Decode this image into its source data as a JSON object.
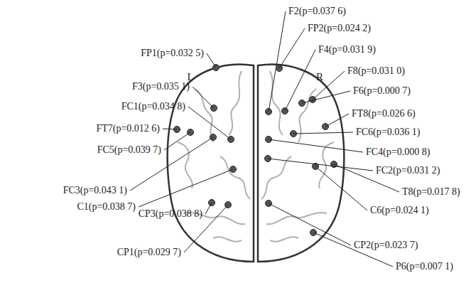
{
  "diagram": {
    "labels": [
      "F2(p=0.037 6)",
      "FP2(p=0.024 2)",
      "FP1(p=0.032 5)",
      "F4(p=0.031 9)",
      "F8(p=0.031 0)",
      "L",
      "R",
      "F3(p=0.035 1)",
      "F6(p=0.000 7)",
      "FC1(p=0.034 8)",
      "FT8(p=0.026 6)",
      "FT7(p=0.012 6)",
      "FC6(p=0.036 1)",
      "FC5(p=0.039 7)",
      "FC4(p=0.000 8)",
      "FC2(p=0.031 2)",
      "FC3(p=0.043 1)",
      "C1(p=0.038 7)",
      "T8(p=0.017 8)",
      "C6(p=0.024 1)",
      "CP3(p=0.038 8)",
      "CP2(p=0.023 7)",
      "CP1(p=0.029 7)",
      "P6(p=0.007 1)"
    ]
  }
}
